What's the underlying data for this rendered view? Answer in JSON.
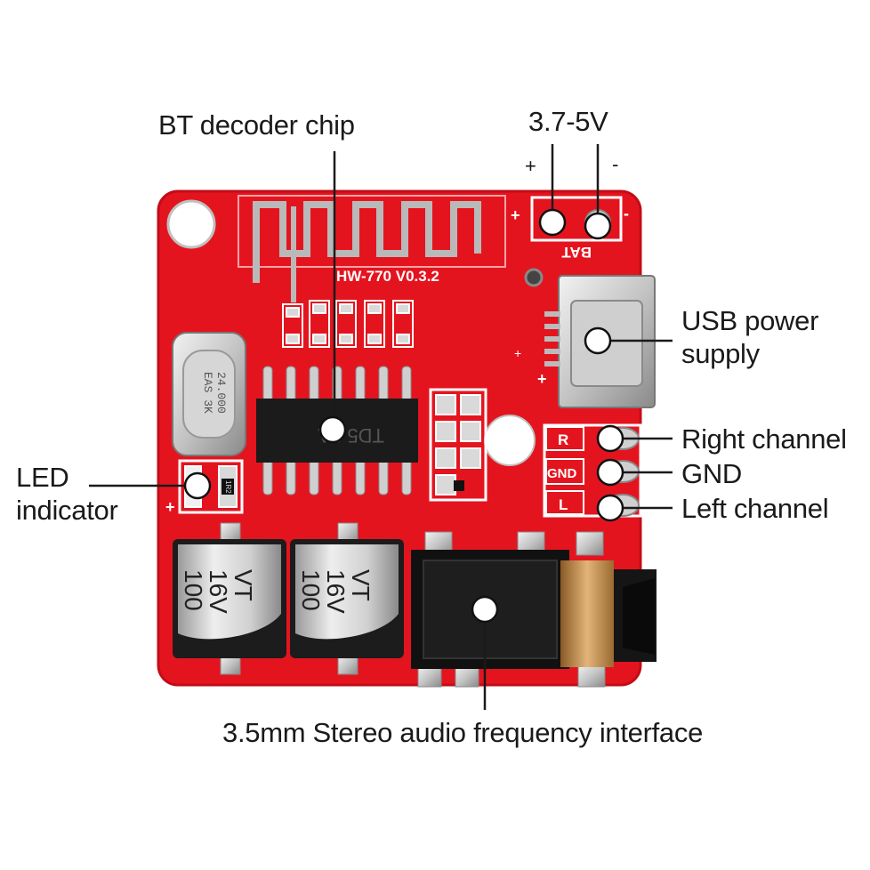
{
  "labels": {
    "bt_decoder_chip": "BT decoder chip",
    "voltage": "3.7-5V",
    "plus_sign": "+",
    "minus_sign": "-",
    "usb_power_line1": "USB power",
    "usb_power_line2": "supply",
    "right_channel": "Right channel",
    "gnd": "GND",
    "left_channel": "Left channel",
    "led_line1": "LED",
    "led_line2": "indicator",
    "audio_interface": "3.5mm Stereo audio frequency interface"
  },
  "board_markings": {
    "model": "HW-770 V0.3.2",
    "bat": "BAT",
    "pin_r": "R",
    "pin_gnd": "GND",
    "pin_l": "L",
    "chip_text": "TD5 8A",
    "crystal_line1": "24.000",
    "crystal_line2": "EAS 3K",
    "cap_left": [
      "100",
      "16V",
      "VT"
    ],
    "cap_right": [
      "100",
      "16V",
      "VT"
    ],
    "plus_marks": [
      "+",
      "+",
      "+",
      "+"
    ],
    "minus_mark": "-",
    "resistor_code": "1R2"
  },
  "colors": {
    "pcb_red": "#e4141f",
    "silkscreen": "#ffffff",
    "metal": "#c9c9c9",
    "chip_black": "#1b1b1b",
    "label_text": "#1a1a1a"
  }
}
